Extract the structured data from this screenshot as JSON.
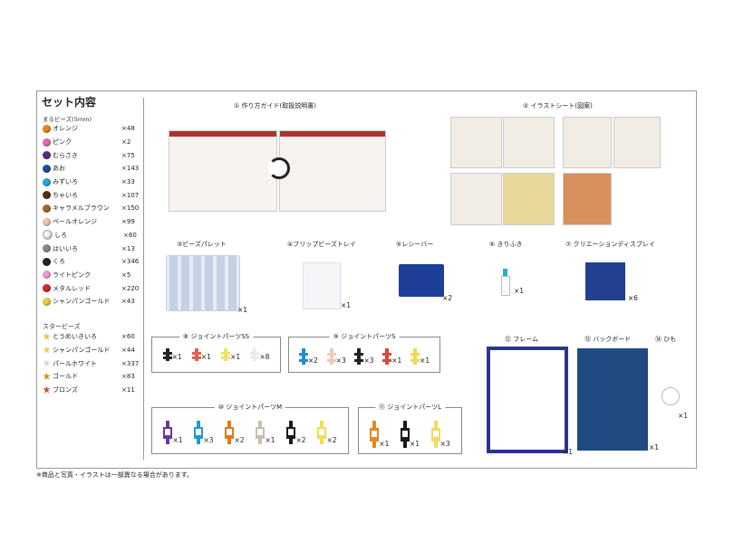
{
  "title": "セット内容",
  "round_beads": {
    "heading": "まるビーズ(5mm)",
    "items": [
      {
        "name": "オレンジ",
        "qty": "×48",
        "color": "#e8861c"
      },
      {
        "name": "ピンク",
        "qty": "×2",
        "color": "#e86aa8"
      },
      {
        "name": "むらさき",
        "qty": "×75",
        "color": "#5b2d8a"
      },
      {
        "name": "あお",
        "qty": "×143",
        "color": "#1d4fa0"
      },
      {
        "name": "みずいろ",
        "qty": "×33",
        "color": "#2aa5dc"
      },
      {
        "name": "ちゃいろ",
        "qty": "×107",
        "color": "#5a2f12"
      },
      {
        "name": "キャラメルブラウン",
        "qty": "×150",
        "color": "#a8682a"
      },
      {
        "name": "ペールオレンジ",
        "qty": "×99",
        "color": "#f3c6a6"
      },
      {
        "name": "しろ",
        "qty": "×60",
        "color": "#f4f4f4"
      },
      {
        "name": "はいいろ",
        "qty": "×13",
        "color": "#8a8a8a"
      },
      {
        "name": "くろ",
        "qty": "×346",
        "color": "#222222"
      },
      {
        "name": "ライトピンク",
        "qty": "×5",
        "color": "#f0a0c8"
      },
      {
        "name": "メタルレッド",
        "qty": "×220",
        "color": "#d42a2a"
      },
      {
        "name": "シャンパンゴールド",
        "qty": "×43",
        "color": "#e8d040"
      }
    ]
  },
  "star_beads": {
    "heading": "スタービーズ",
    "items": [
      {
        "name": "とうめいきいろ",
        "qty": "×60",
        "color": "#f3c23a"
      },
      {
        "name": "シャンパンゴールド",
        "qty": "×44",
        "color": "#e6d060"
      },
      {
        "name": "パールホワイト",
        "qty": "×337",
        "color": "#d8d8d8"
      },
      {
        "name": "ゴールド",
        "qty": "×83",
        "color": "#e08a20"
      },
      {
        "name": "ブロンズ",
        "qty": "×11",
        "color": "#d0502a"
      }
    ]
  },
  "items": {
    "guide": {
      "title": "① 作り方ガイド(取扱説明書)"
    },
    "sheet": {
      "title": "② イラストシート(図案)"
    },
    "palette": {
      "title": "③ビーズパレット",
      "qty": "×1"
    },
    "tray": {
      "title": "④フリップビーズトレイ",
      "qty": "×1"
    },
    "receiver": {
      "title": "⑤レシーバー",
      "qty": "×2"
    },
    "spray": {
      "title": "⑥ きりふき",
      "qty": "×1"
    },
    "display": {
      "title": "⑦ クリエーションディスプレイ",
      "qty": "×6"
    },
    "frame": {
      "title": "⑫ フレーム",
      "qty": "×1"
    },
    "board": {
      "title": "⑬ バックボード",
      "qty": "×1"
    },
    "string": {
      "title": "⑭ ひも",
      "qty": "×1"
    }
  },
  "joints": [
    {
      "title": "⑧ ジョイントパーツSS",
      "size": "ss",
      "parts": [
        {
          "color": "#222",
          "qty": "×1"
        },
        {
          "color": "#e06050",
          "qty": "×1"
        },
        {
          "color": "#f0e070",
          "qty": "×1"
        },
        {
          "color": "#e8ecee",
          "qty": "×8"
        }
      ]
    },
    {
      "title": "⑨ ジョイントパーツS",
      "size": "s",
      "parts": [
        {
          "color": "#1e8fd0",
          "qty": "×2"
        },
        {
          "color": "#f2c8b8",
          "qty": "×3"
        },
        {
          "color": "#222",
          "qty": "×3"
        },
        {
          "color": "#d84838",
          "qty": "×1"
        },
        {
          "color": "#f0d850",
          "qty": "×1"
        }
      ]
    },
    {
      "title": "⑩ ジョイントパーツM",
      "size": "m",
      "parts": [
        {
          "color": "#6a3a98",
          "qty": "×1"
        },
        {
          "color": "#1e9ad8",
          "qty": "×3"
        },
        {
          "color": "#e07a20",
          "qty": "×2"
        },
        {
          "color": "#c8c0b4",
          "qty": "×1"
        },
        {
          "color": "#1a1a1a",
          "qty": "×2"
        },
        {
          "color": "#f0dc50",
          "qty": "×2"
        }
      ]
    },
    {
      "title": "⑪ ジョイントパーツL",
      "size": "l",
      "parts": [
        {
          "color": "#e08a28",
          "qty": "×1"
        },
        {
          "color": "#1a1a1a",
          "qty": "×1"
        },
        {
          "color": "#f0dc60",
          "qty": "×3"
        }
      ]
    }
  ],
  "footnote": "※商品と写真・イラストは一部異なる場合があります。"
}
